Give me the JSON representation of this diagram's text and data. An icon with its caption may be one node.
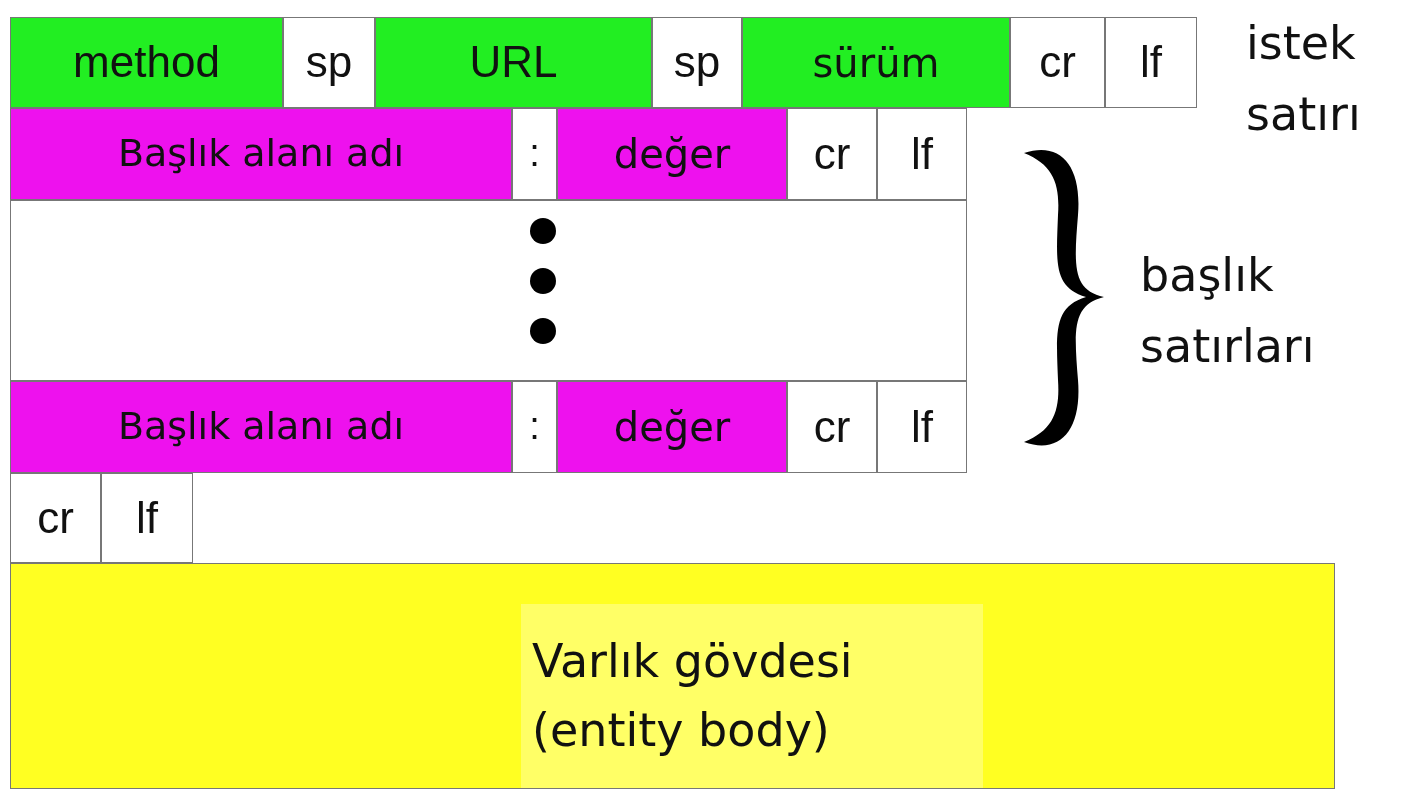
{
  "diagram": {
    "nodes": [
      {
        "text": [
          "method"
        ]
      },
      {
        "text": [
          "sp"
        ]
      },
      {
        "text": [
          "URL"
        ]
      },
      {
        "text": [
          "sp"
        ]
      },
      {
        "text": [
          "sürüm"
        ]
      },
      {
        "text": [
          "cr"
        ]
      },
      {
        "text": [
          "lf"
        ]
      },
      {
        "text": [
          "Başlık alanı adı"
        ]
      },
      {
        "text": [
          ":"
        ]
      },
      {
        "text": [
          "değer"
        ]
      },
      {
        "text": [
          "cr"
        ]
      },
      {
        "text": [
          "lf"
        ]
      },
      {
        "text": [],
        "shape": "box"
      },
      {
        "text": [
          "Başlık alanı adı"
        ]
      },
      {
        "text": [
          ":"
        ]
      },
      {
        "text": [
          "değer"
        ]
      },
      {
        "text": [
          "cr"
        ]
      },
      {
        "text": [
          "lf"
        ]
      },
      {
        "text": [
          "cr"
        ]
      },
      {
        "text": [
          "lf"
        ]
      },
      {
        "text": [
          "Varlık gövdesi (entity body)"
        ]
      }
    ],
    "edges": [],
    "labels": [
      "istek satırı",
      "başlık satırları"
    ]
  }
}
